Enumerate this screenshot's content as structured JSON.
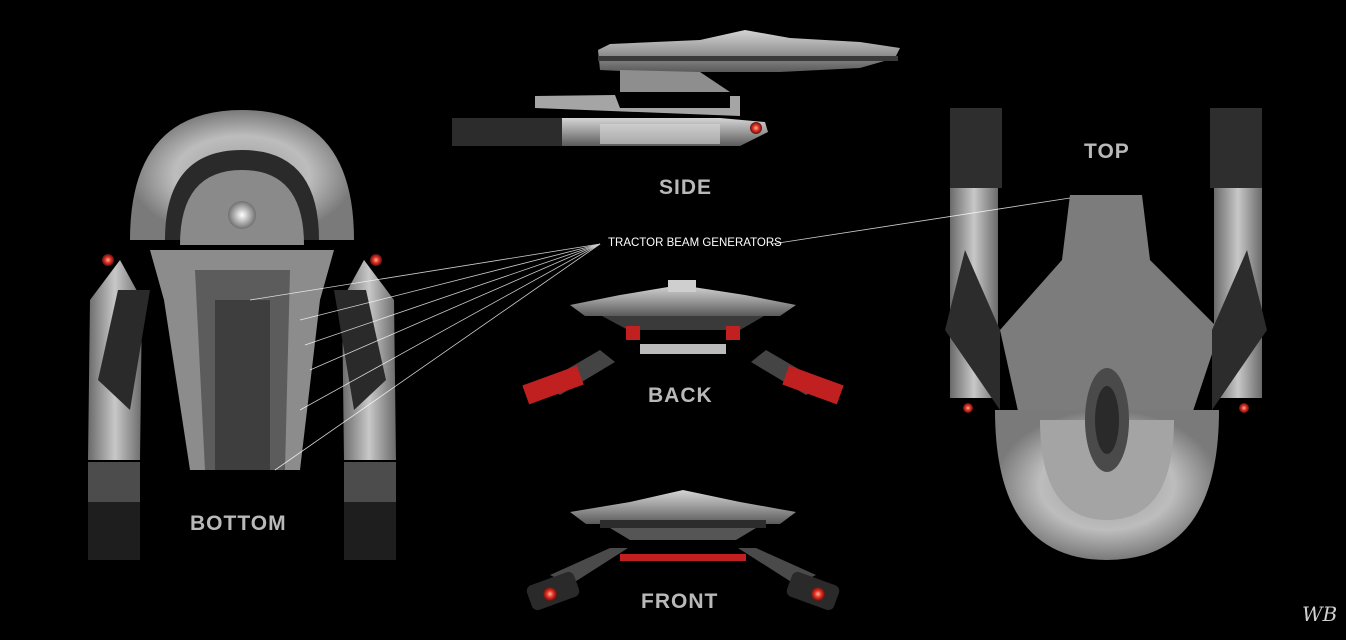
{
  "labels": {
    "side": "SIDE",
    "top": "TOP",
    "back": "BACK",
    "front": "FRONT",
    "bottom": "BOTTOM"
  },
  "callout": {
    "text": "TRACTOR BEAM GENERATORS"
  },
  "signature": "WB",
  "colors": {
    "background": "#000000",
    "hull_light": "#b8b8b8",
    "hull_mid": "#7e7e7e",
    "hull_dark": "#3a3a3a",
    "accent_red": "#d02020",
    "label": "#b9b9b9",
    "callout_line": "#ffffff"
  }
}
